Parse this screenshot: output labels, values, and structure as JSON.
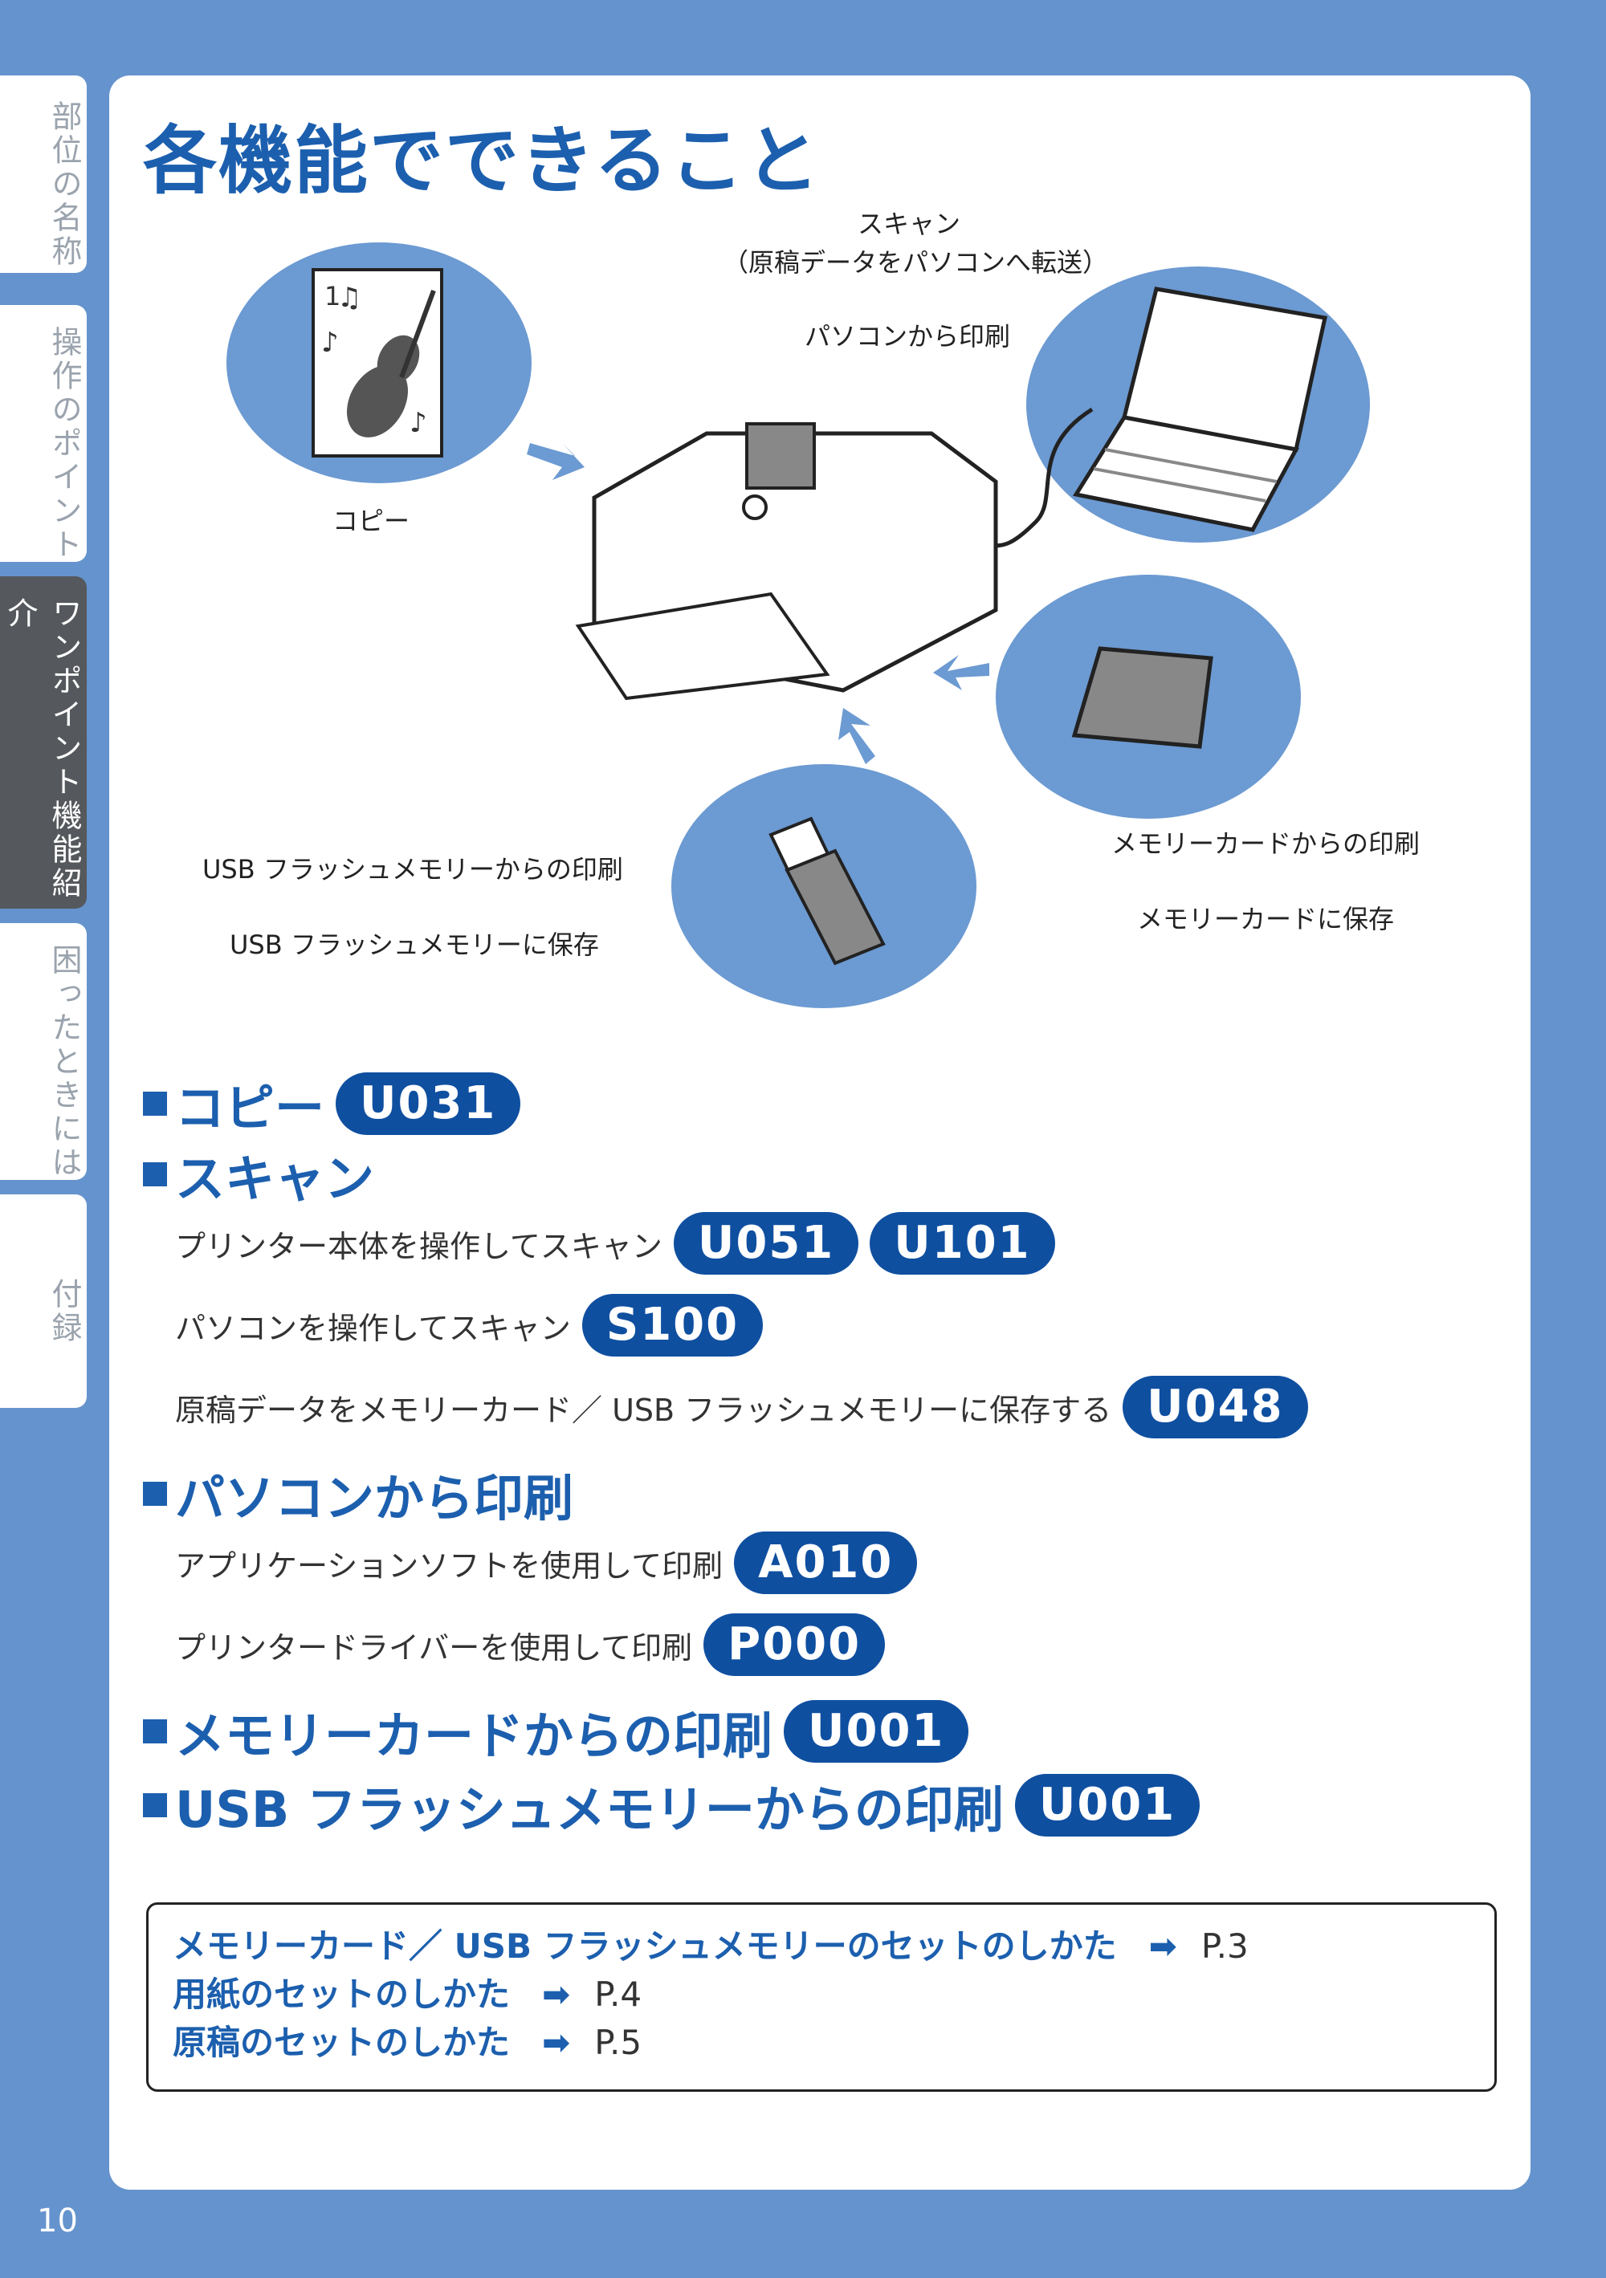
{
  "sidebar_tabs": [
    {
      "label": "部位の名称"
    },
    {
      "label": "操作のポイント"
    },
    {
      "label": "ワンポイント機能紹介"
    },
    {
      "label": "困ったときには"
    },
    {
      "label": "付録"
    }
  ],
  "title": "各機能でできること",
  "diagram": {
    "copy_label": "コピー",
    "scan_label_line1": "スキャン",
    "scan_label_line2": "（原稿データをパソコンへ転送）",
    "pc_print_label": "パソコンから印刷",
    "memcard_print_label": "メモリーカードからの印刷",
    "memcard_save_label": "メモリーカードに保存",
    "usb_print_label": "USB フラッシュメモリーからの印刷",
    "usb_save_label": "USB フラッシュメモリーに保存"
  },
  "sections": {
    "copy": {
      "title": "コピー",
      "code": "U031"
    },
    "scan": {
      "title": "スキャン",
      "items": [
        {
          "text": "プリンター本体を操作してスキャン",
          "codes": [
            "U051",
            "U101"
          ]
        },
        {
          "text": "パソコンを操作してスキャン",
          "codes": [
            "S100"
          ]
        },
        {
          "text": "原稿データをメモリーカード／ USB フラッシュメモリーに保存する",
          "codes": [
            "U048"
          ]
        }
      ]
    },
    "pc_print": {
      "title": "パソコンから印刷",
      "items": [
        {
          "text": "アプリケーションソフトを使用して印刷",
          "code": "A010"
        },
        {
          "text": "プリンタードライバーを使用して印刷",
          "code": "P000"
        }
      ]
    },
    "memcard": {
      "title": "メモリーカードからの印刷",
      "code": "U001"
    },
    "usb": {
      "title": "USB フラッシュメモリーからの印刷",
      "code": "U001"
    }
  },
  "references": [
    {
      "text": "メモリーカード／ USB フラッシュメモリーのセットのしかた",
      "page": "P.3"
    },
    {
      "text": "用紙のセットのしかた",
      "page": "P.4"
    },
    {
      "text": "原稿のセットのしかた",
      "page": "P.5"
    }
  ],
  "page_number": "10",
  "colors": {
    "background": "#6593cd",
    "accent": "#1c5fae",
    "pill": "#0f4fa0",
    "circle": "#6c9ad2"
  }
}
